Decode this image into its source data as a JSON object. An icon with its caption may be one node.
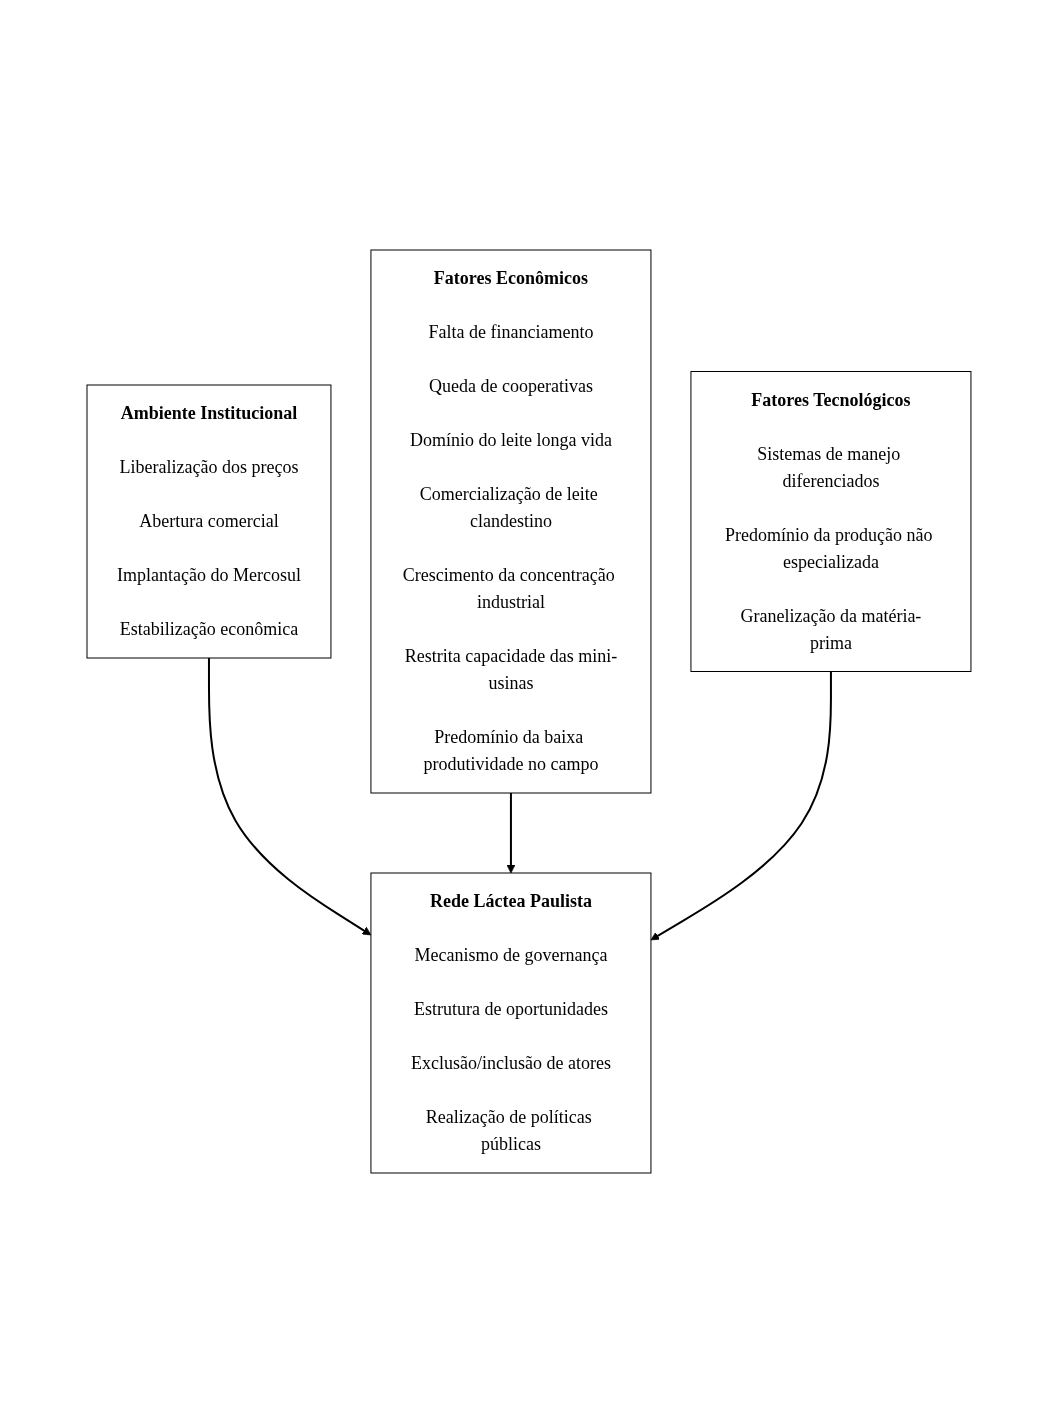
{
  "diagram": {
    "nodes": [
      {
        "text": [
          "Ambiente Institucional",
          "Liberalização dos preços",
          "Abertura comercial",
          "Implantação do Mercosul",
          "Estabilização econômica"
        ]
      },
      {
        "text": [
          "Fatores Econômicos",
          "Falta de financiamento",
          "Queda de cooperativas",
          "Domínio do leite longa vida",
          "Comercialização de leite clandestino",
          "Crescimento da concentração industrial",
          "Restrita capacidade das mini-usinas",
          "Predomínio da baixa produtividade no campo"
        ]
      },
      {
        "text": [
          "Rede Láctea Paulista",
          "Mecanismo de governança",
          "Estrutura de oportunidades",
          "Exclusão/inclusão de atores",
          "Realização de políticas públicas"
        ]
      },
      {
        "text": [
          "Fatores Tecnológicos",
          "Sistemas de manejo diferenciados",
          "Predomínio da produção não especializada",
          "Granelização da matéria-prima"
        ]
      }
    ],
    "edges": [
      {
        "from": 0,
        "to": 2,
        "arrow": "to"
      },
      {
        "from": 1,
        "to": 2,
        "arrow": "to"
      },
      {
        "from": 3,
        "to": 2,
        "arrow": "to"
      }
    ]
  }
}
